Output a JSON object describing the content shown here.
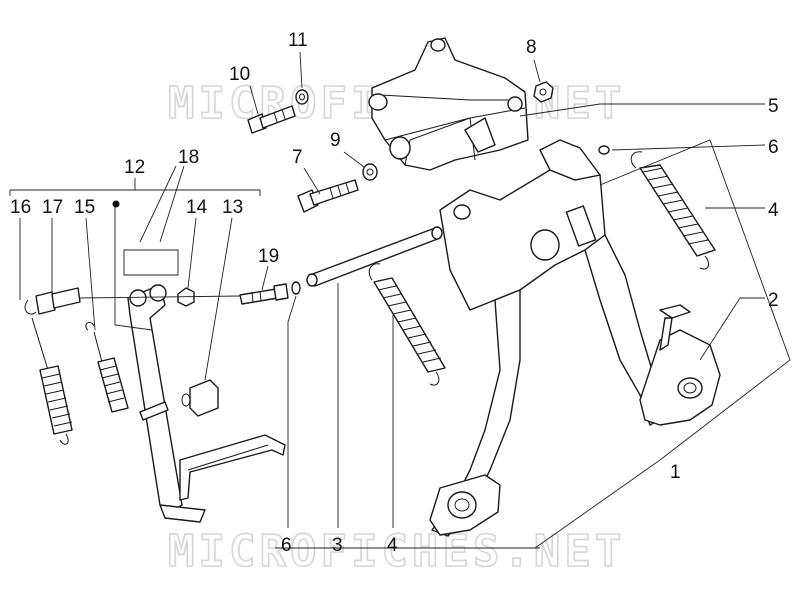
{
  "watermark": {
    "text": "MICROFICHES.NET"
  },
  "callouts": [
    {
      "id": "c1",
      "label": "1"
    },
    {
      "id": "c2",
      "label": "2"
    },
    {
      "id": "c3",
      "label": "3"
    },
    {
      "id": "c4a",
      "label": "4"
    },
    {
      "id": "c4b",
      "label": "4"
    },
    {
      "id": "c5",
      "label": "5"
    },
    {
      "id": "c6a",
      "label": "6"
    },
    {
      "id": "c6b",
      "label": "6"
    },
    {
      "id": "c7",
      "label": "7"
    },
    {
      "id": "c8",
      "label": "8"
    },
    {
      "id": "c9",
      "label": "9"
    },
    {
      "id": "c10",
      "label": "10"
    },
    {
      "id": "c11",
      "label": "11"
    },
    {
      "id": "c12",
      "label": "12"
    },
    {
      "id": "c13",
      "label": "13"
    },
    {
      "id": "c14",
      "label": "14"
    },
    {
      "id": "c15",
      "label": "15"
    },
    {
      "id": "c16",
      "label": "16"
    },
    {
      "id": "c17",
      "label": "17"
    },
    {
      "id": "c18",
      "label": "18"
    },
    {
      "id": "c19",
      "label": "19"
    }
  ]
}
